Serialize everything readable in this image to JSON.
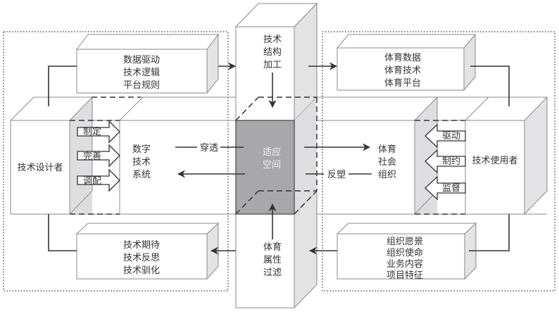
{
  "diagram": {
    "left_actor": {
      "label": "技术设计者"
    },
    "right_actor": {
      "label": "技术使用者"
    },
    "digital_system": {
      "lines": [
        "数字",
        "技术",
        "系统"
      ]
    },
    "sports_org": {
      "lines": [
        "体育",
        "社会",
        "组织"
      ]
    },
    "core": {
      "lines": [
        "适应",
        "空间"
      ]
    },
    "top_column": {
      "lines": [
        "技术",
        "结构",
        "加工"
      ]
    },
    "bottom_column": {
      "lines": [
        "体育",
        "属性",
        "过滤"
      ]
    },
    "top_left_box": {
      "lines": [
        "数据驱动",
        "技术逻辑",
        "平台规则"
      ]
    },
    "top_right_box": {
      "lines": [
        "体育数据",
        "体育技术",
        "体育平台"
      ]
    },
    "bottom_left_box": {
      "lines": [
        "技术期待",
        "技术反思",
        "技术驯化"
      ]
    },
    "bottom_right_box": {
      "lines": [
        "组织愿景",
        "组织使命",
        "业务内容",
        "项目特征"
      ]
    },
    "designer_actions": [
      "制定",
      "完善",
      "调配"
    ],
    "user_actions": [
      "驱动",
      "制约",
      "监督"
    ],
    "penetrate_label": "穿透",
    "reshape_label": "反塑"
  }
}
